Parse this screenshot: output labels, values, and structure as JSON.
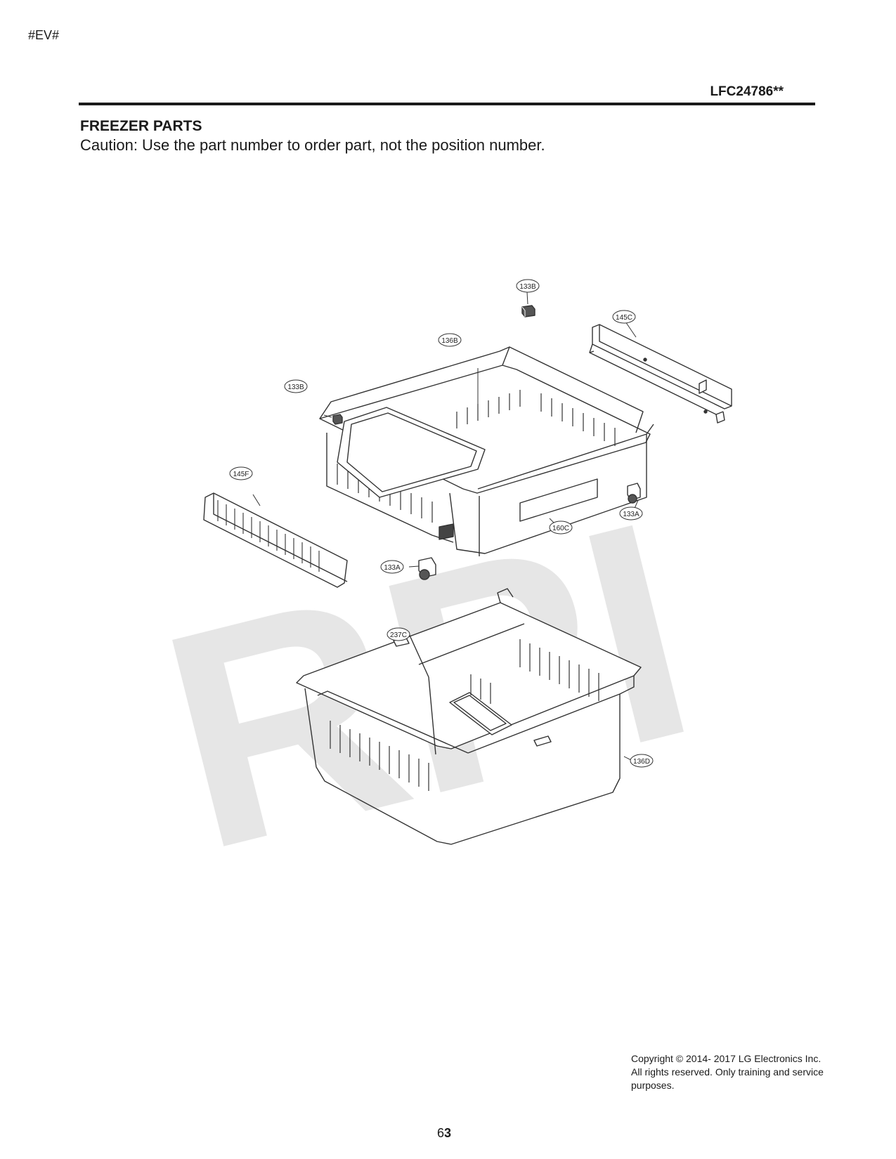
{
  "header": {
    "corner_tag": "#EV#",
    "model": "LFC24786**"
  },
  "section": {
    "title": "FREEZER PARTS",
    "caution": "Caution: Use the part number to order part, not the position number."
  },
  "watermark": "RPI",
  "callouts": {
    "c133B_top": "133B",
    "c145C": "145C",
    "c136B": "136B",
    "c133B_left": "133B",
    "c145F": "145F",
    "c133A_right": "133A",
    "c160C": "160C",
    "c133A_bottom": "133A",
    "c237C": "237C",
    "c136D": "136D"
  },
  "footer": {
    "page_prefix": "6",
    "page_suffix": "3",
    "copyright_line1": "Copyright © 2014- 2017 LG Electronics Inc.",
    "copyright_line2": "All rights reserved. Only training and service",
    "copyright_line3": "purposes."
  }
}
